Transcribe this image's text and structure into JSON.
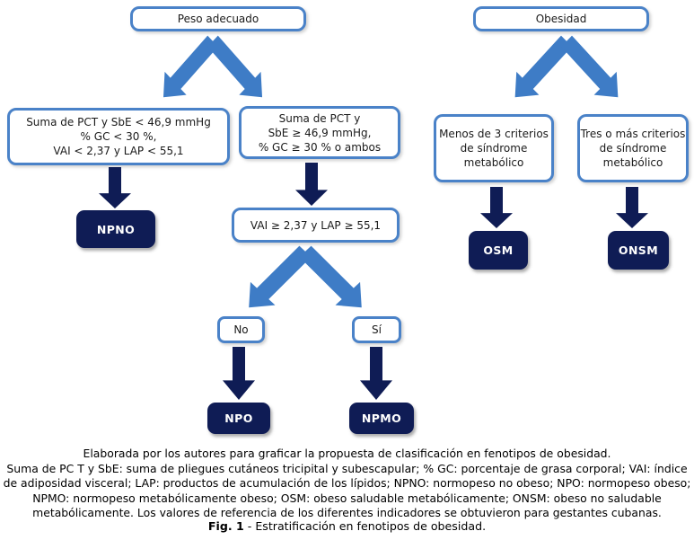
{
  "colors": {
    "box_border": "#4a82c8",
    "arrow_blue": "#3e7cc6",
    "navy": "#0f1c55"
  },
  "flowchart": {
    "peso_adecuado": "Peso adecuado",
    "obesidad": "Obesidad",
    "criteria_left": {
      "line1": "Suma de PCT y SbE < 46,9 mmHg",
      "line2": "% GC < 30 %,",
      "line3": "VAI < 2,37 y LAP < 55,1"
    },
    "criteria_mid": {
      "line1": "Suma de PCT y",
      "line2": "SbE ≥ 46,9 mmHg,",
      "line3": "% GC ≥ 30 % o ambos"
    },
    "vai_condition": "VAI ≥ 2,37 y LAP ≥ 55,1",
    "no_label": "No",
    "si_label": "Sí",
    "menos_criterios": {
      "line1": "Menos de 3 criterios",
      "line2": "de síndrome",
      "line3": "metabólico"
    },
    "tres_criterios": {
      "line1": "Tres o más criterios",
      "line2": "de síndrome",
      "line3": "metabólico"
    },
    "npno": "NPNO",
    "npo": "NPO",
    "npmo": "NPMO",
    "osm": "OSM",
    "onsm": "ONSM"
  },
  "caption": {
    "line1": "Elaborada por los autores para graficar la propuesta de clasificación en fenotipos de obesidad.",
    "line2": "Suma de PC T y SbE: suma de pliegues cutáneos tricipital y subescapular; % GC: porcentaje de grasa corporal; VAI: índice",
    "line3": "de adiposidad visceral; LAP: productos de acumulación de los lípidos; NPNO: normopeso no obeso; NPO: normopeso obeso;",
    "line4": "NPMO: normopeso metabólicamente obeso; OSM: obeso saludable metabólicamente; ONSM: obeso no saludable",
    "line5": "metabólicamente. Los valores de referencia de los diferentes indicadores se obtuvieron para gestantes cubanas.",
    "fig_label": "Fig. 1",
    "fig_text": " - Estratificación en fenotipos de obesidad."
  }
}
